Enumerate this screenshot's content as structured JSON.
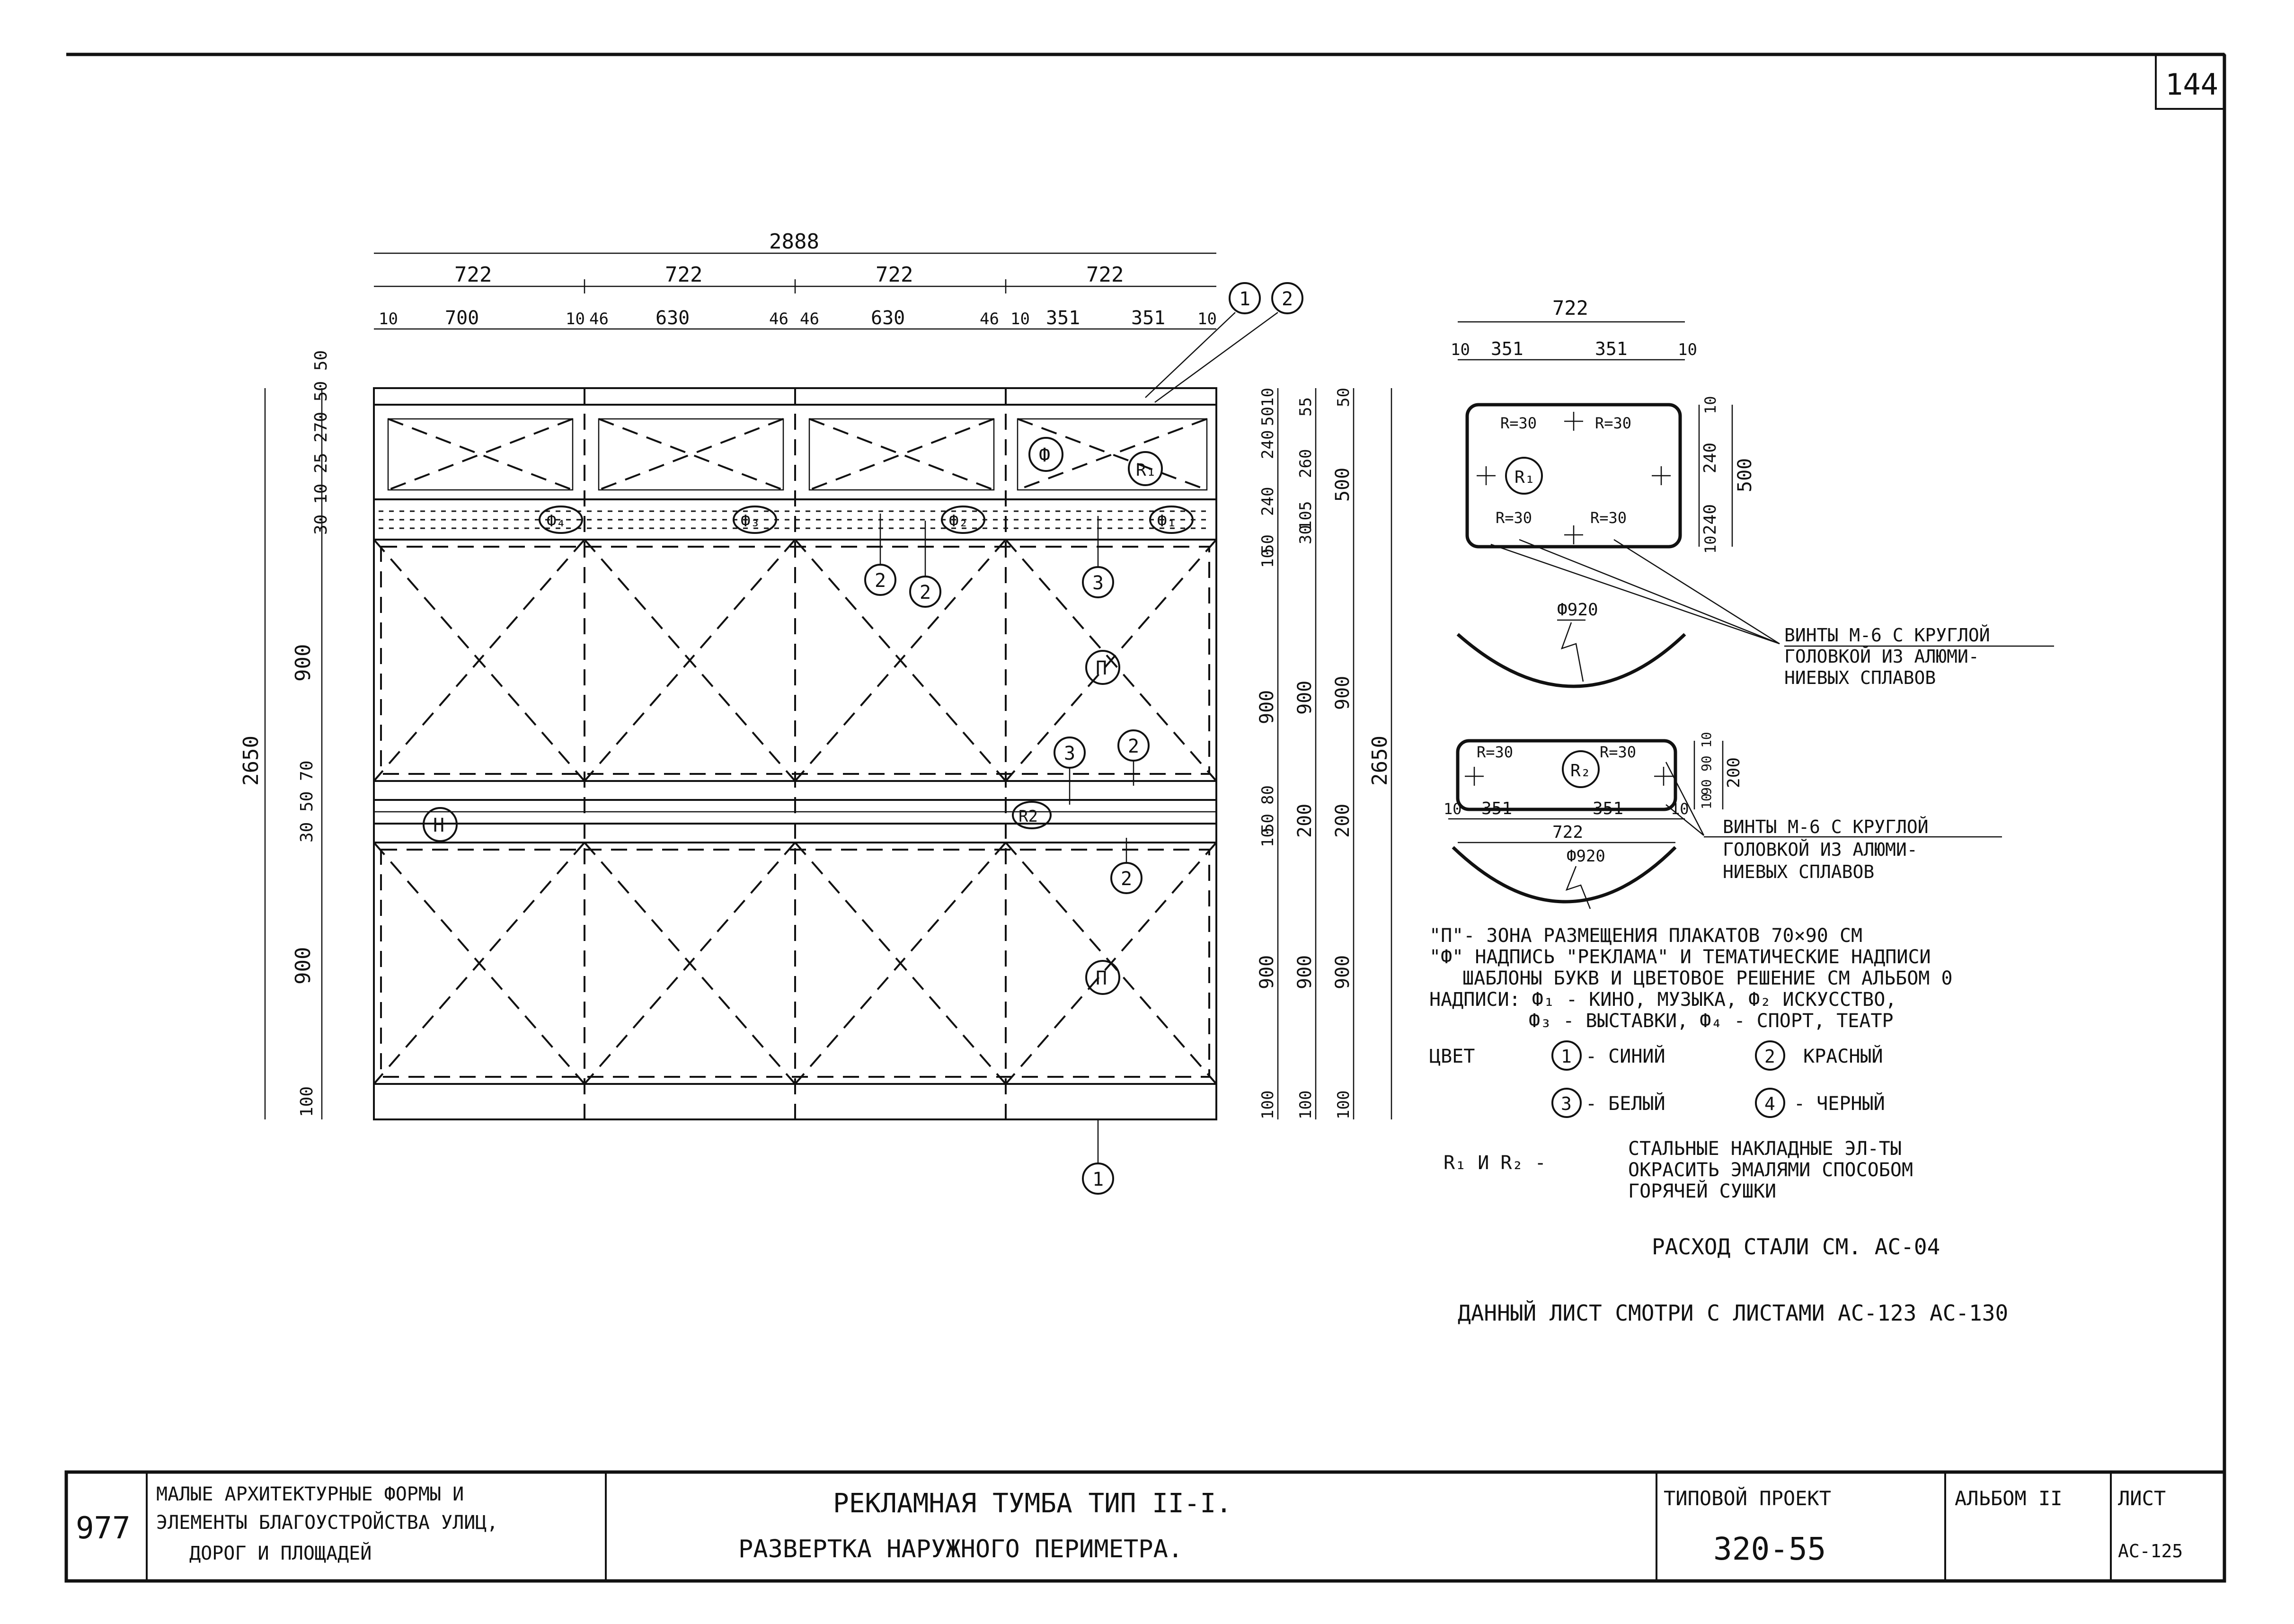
{
  "page_number": "144",
  "overall_width": "2888",
  "module_widths": [
    "722",
    "722",
    "722",
    "722"
  ],
  "sub_widths": [
    "10",
    "700",
    "10",
    "46",
    "630",
    "46",
    "46",
    "630",
    "46",
    "10",
    "351",
    "351",
    "10"
  ],
  "left_dims": {
    "top_group": "30 10 25 270 50 50",
    "band": "900",
    "middle": "30 50 70",
    "lower_band": "900",
    "bottom": "100",
    "total": "2650"
  },
  "right_dims": {
    "col1": [
      "10",
      "50",
      "240",
      "240",
      "50",
      "10",
      "900",
      "80",
      "50",
      "10",
      "900",
      "100"
    ],
    "col2": [
      "55",
      "260",
      "105",
      "30",
      "900",
      "200",
      "900",
      "100"
    ],
    "col3": [
      "50",
      "500",
      "900",
      "200",
      "900",
      "100"
    ],
    "total": "2650"
  },
  "callouts": {
    "c1": "1",
    "c2": "2",
    "c3": "3",
    "f": "Ф",
    "r1": "R₁",
    "f4": "Ф₄",
    "f3": "Ф₃",
    "f2": "Ф₂",
    "f1": "Ф₁",
    "p": "П",
    "n": "Н",
    "r2": "R2"
  },
  "detail1": {
    "width": "722",
    "dims": [
      "10",
      "351",
      "351",
      "10"
    ],
    "heights": [
      "10",
      "240",
      "240",
      "10",
      "500"
    ],
    "radius": "R=30",
    "label": "R₁",
    "arc": "Ф920"
  },
  "detail2": {
    "width": "722",
    "dims": [
      "10",
      "351",
      "351",
      "10"
    ],
    "heights": [
      "10",
      "90",
      "90",
      "10",
      "200"
    ],
    "radius": "R=30",
    "label": "R₂",
    "arc": "Ф920"
  },
  "screw_note": [
    "ВИНТЫ М-6 С КРУГЛОЙ",
    "ГОЛОВКОЙ ИЗ АЛЮМИ-",
    "НИЕВЫХ СПЛАВОВ"
  ],
  "notes": {
    "l1": "\"П\"- ЗОНА РАЗМЕЩЕНИЯ ПЛАКАТОВ 70×90 СМ",
    "l2": "\"Ф\" НАДПИСЬ \"РЕКЛАМА\" И ТЕМАТИЧЕСКИЕ НАДПИСИ",
    "l3": "ШАБЛОНЫ БУКВ И ЦВЕТОВОЕ РЕШЕНИЕ СМ АЛЬБОМ 0",
    "l4": "НАДПИСИ: Ф₁ - КИНО, МУЗЫКА, Ф₂ ИСКУССТВО,",
    "l5": "Ф₃ - ВЫСТАВКИ, Ф₄ - СПОРТ, ТЕАТР",
    "color_label": "ЦВЕТ",
    "colors": [
      {
        "num": "1",
        "name": "- СИНИЙ"
      },
      {
        "num": "2",
        "name": "КРАСНЫЙ"
      },
      {
        "num": "3",
        "name": "- БЕЛЫЙ"
      },
      {
        "num": "4",
        "name": "- ЧЕРНЫЙ"
      }
    ],
    "r_prefix": "R₁ И R₂ -",
    "r1": "СТАЛЬНЫЕ НАКЛАДНЫЕ ЭЛ-ТЫ",
    "r2": "ОКРАСИТЬ ЭМАЛЯМИ СПОСОБОМ",
    "r3": "ГОРЯЧЕЙ СУШКИ",
    "steel": "РАСХОД СТАЛИ СМ. АС-04",
    "see": "ДАННЫЙ ЛИСТ СМОТРИ С ЛИСТАМИ АС-123 АС-130"
  },
  "title_block": {
    "left_num": "977",
    "org1": "МАЛЫЕ АРХИТЕКТУРНЫЕ ФОРМЫ И",
    "org2": "ЭЛЕМЕНТЫ БЛАГОУСТРОЙСТВА УЛИЦ,",
    "org3": "ДОРОГ И ПЛОЩАДЕЙ",
    "title1": "РЕКЛАМНАЯ ТУМБА ТИП II-I.",
    "title2": "РАЗВЕРТКА НАРУЖНОГО ПЕРИМЕТРА.",
    "project_label": "ТИПОВОЙ ПРОЕКТ",
    "project_num": "320-55",
    "album": "АЛЬБОМ II",
    "sheet_label": "ЛИСТ",
    "sheet_num": "АС-125"
  }
}
